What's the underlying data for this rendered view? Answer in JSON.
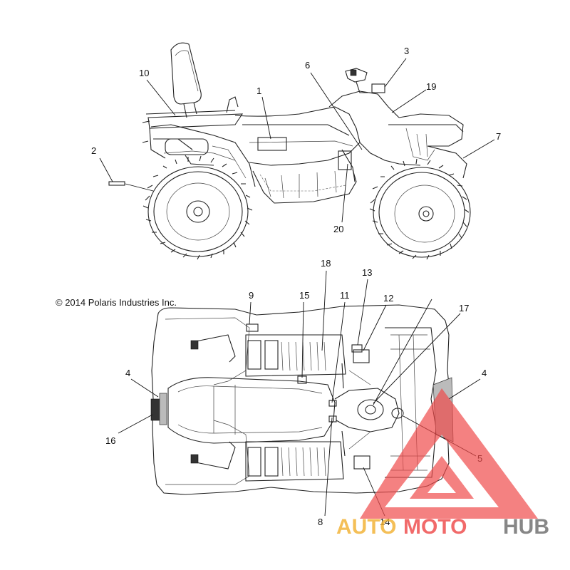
{
  "diagram": {
    "copyright": "© 2014 Polaris Industries Inc.",
    "callouts": {
      "c1": "1",
      "c2": "2",
      "c3": "3",
      "c4a": "4",
      "c4b": "4",
      "c5": "5",
      "c6": "6",
      "c7": "7",
      "c8": "8",
      "c9": "9",
      "c10": "10",
      "c11": "11",
      "c12": "12",
      "c13": "13",
      "c14": "14",
      "c15": "15",
      "c16": "16",
      "c17": "17",
      "c18": "18",
      "c19": "19",
      "c20": "20"
    }
  },
  "watermark": {
    "part1": "AUTO",
    "part2": "MOTO",
    "part3": "HUB",
    "colors": {
      "auto": "#f2b233",
      "moto": "#ee4a4a",
      "hub": "#6d6d6d",
      "triangle": "#ee4a4a"
    }
  }
}
